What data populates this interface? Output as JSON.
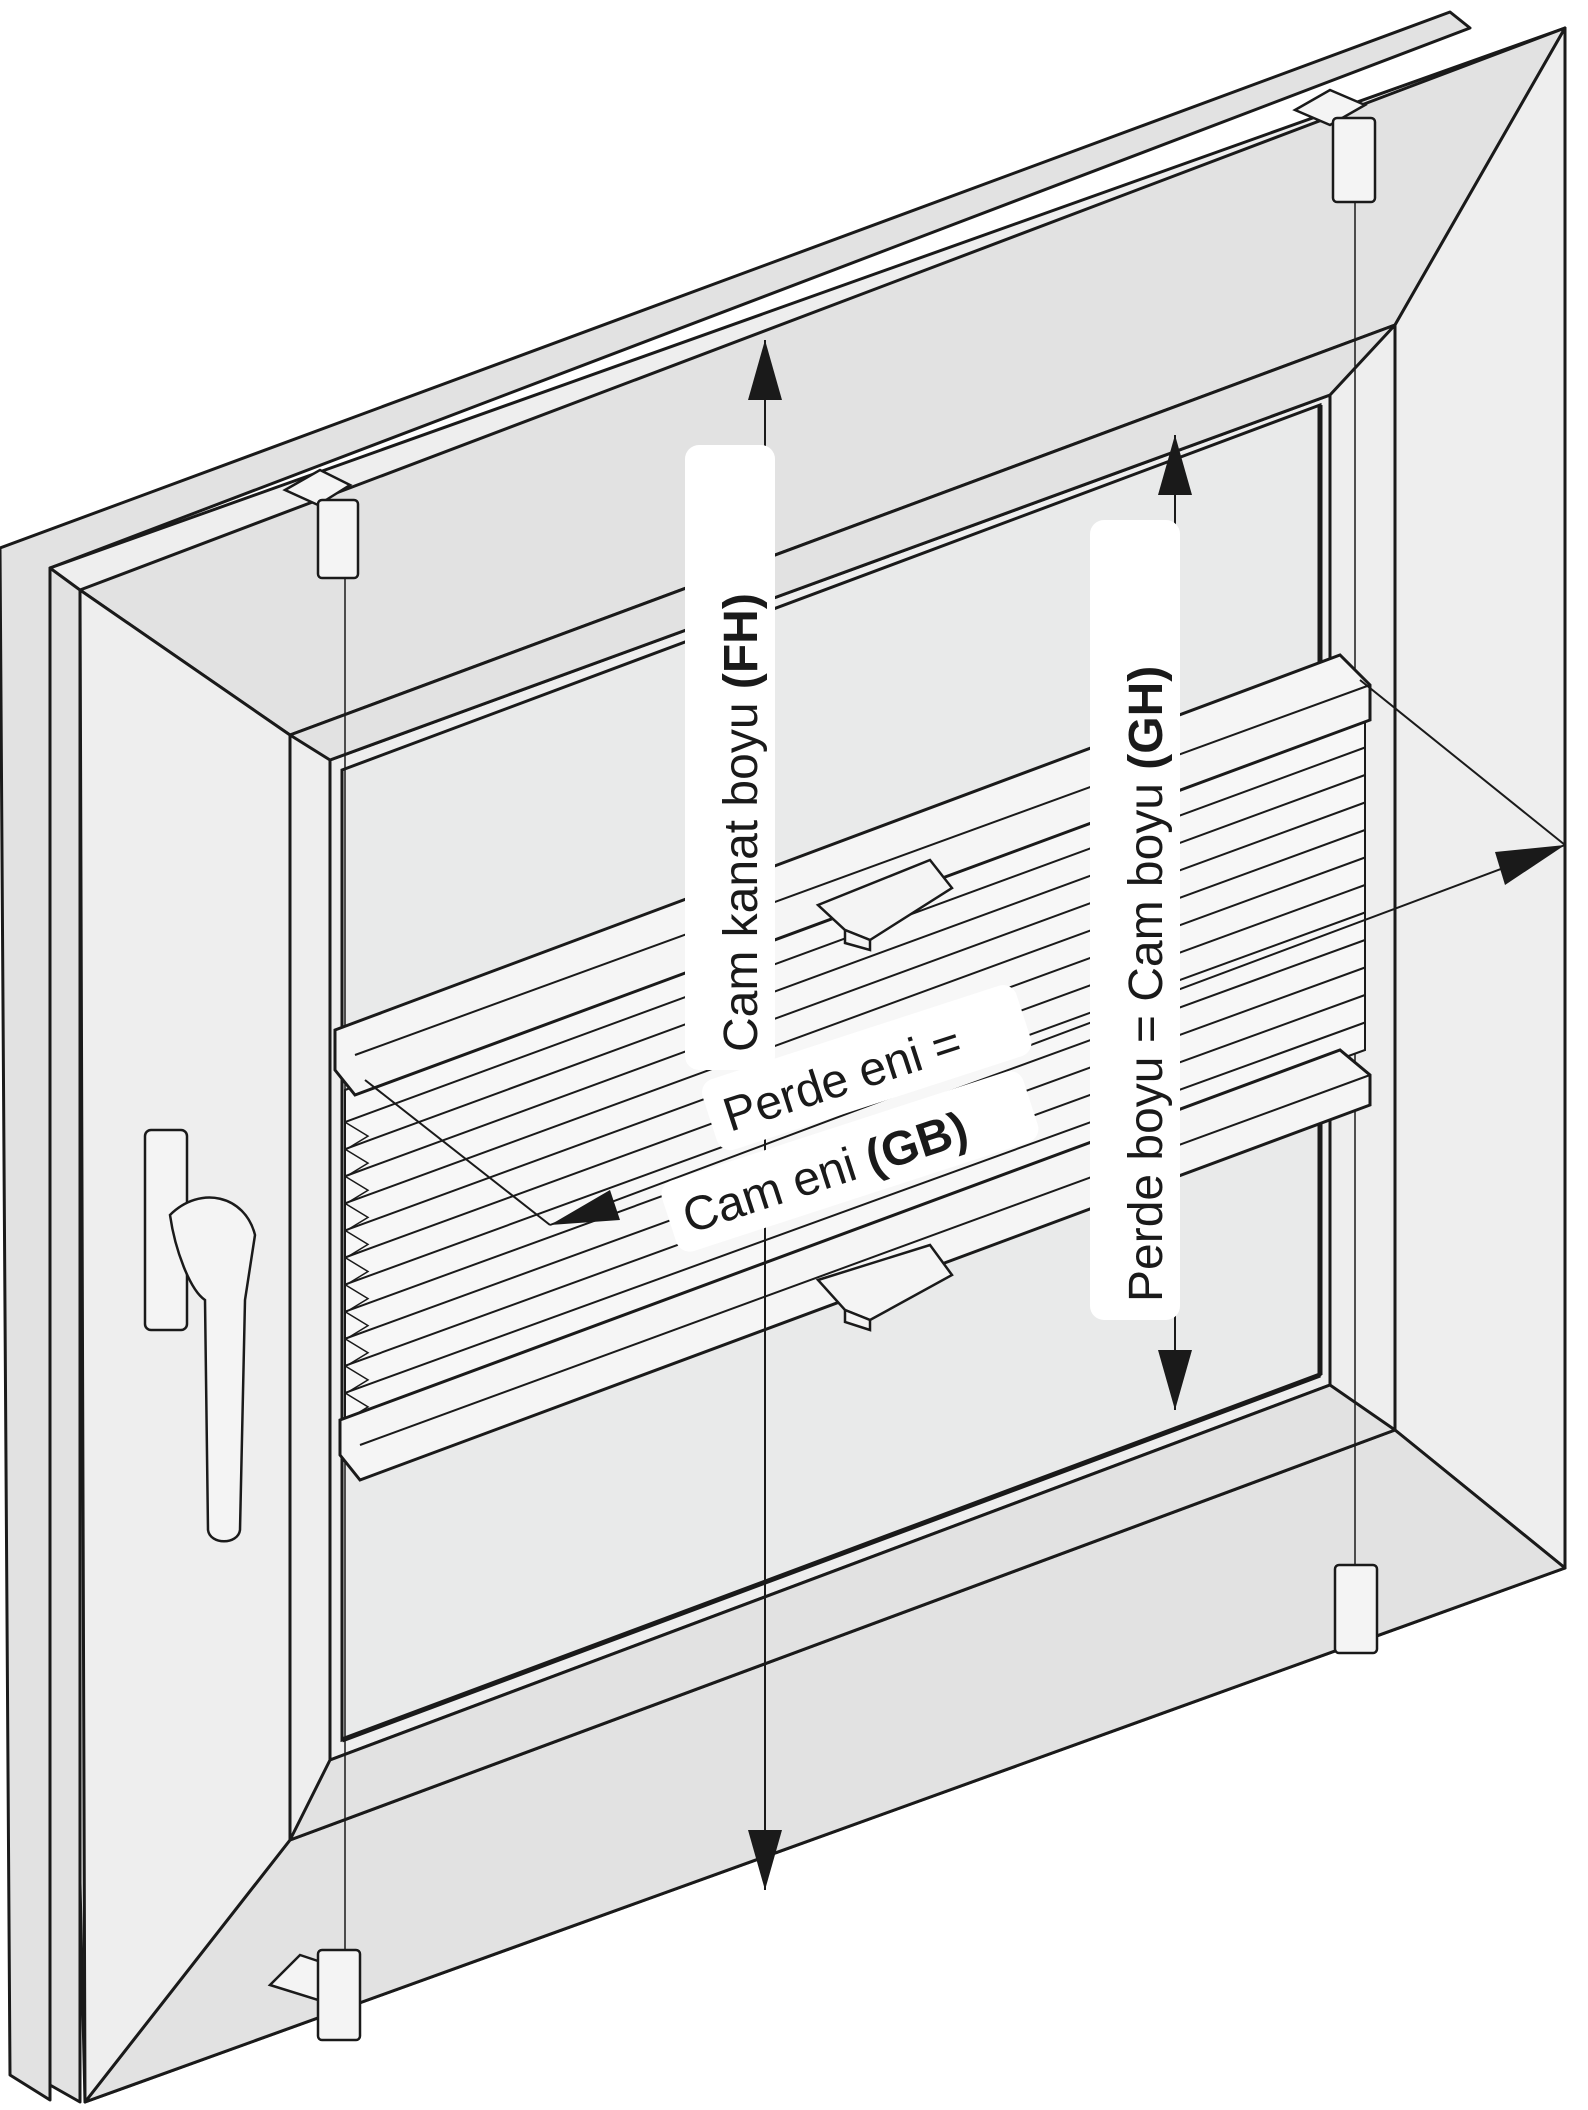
{
  "labels": {
    "frame_height": {
      "text": "Cam kanat boyu ",
      "code": "(FH)"
    },
    "glass_height": {
      "text": "Perde boyu = Cam boyu ",
      "code": "(GH)"
    },
    "blind_width_line1": "Perde eni =",
    "blind_width_line2": {
      "text": "Cam eni ",
      "code": "(GB)"
    }
  },
  "colors": {
    "line": "#1a1a1a",
    "frame_fill": "#eeeeee",
    "glass_fill": "#e9eaea",
    "label_background": "#ffffff"
  },
  "icons": {
    "window_handle": "window-handle-icon",
    "clip_bracket": "clip-bracket-icon",
    "cord_holder": "cord-holder-icon"
  }
}
